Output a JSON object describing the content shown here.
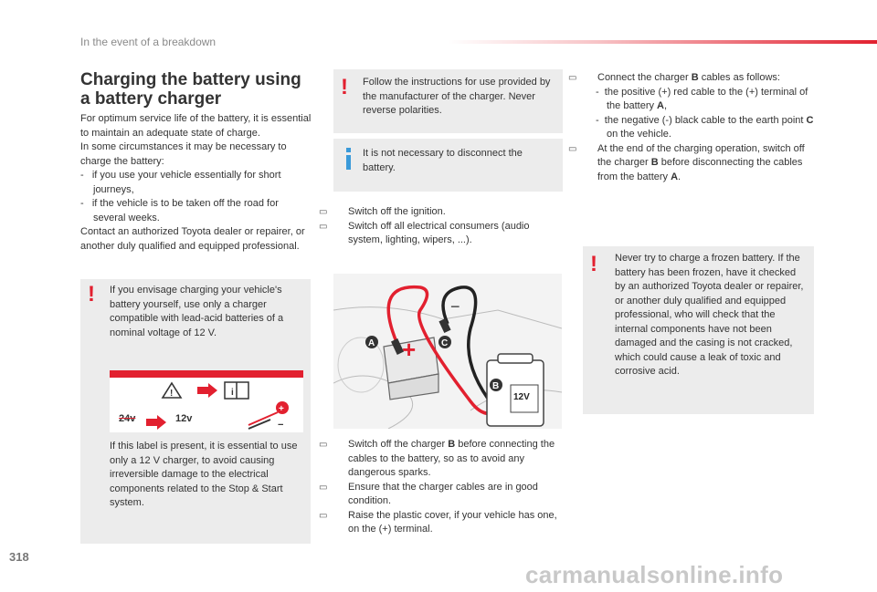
{
  "header": {
    "section": "In the event of a breakdown"
  },
  "page_number": "318",
  "watermark": "carmanualsonline.info",
  "title": "Charging the battery using a battery charger",
  "intro": {
    "p1": "For optimum service life of the battery, it is essential to maintain an adequate state of charge.",
    "p2": "In some circumstances it may be necessary to charge the battery:",
    "items": [
      "if you use your vehicle essentially for short journeys,",
      "if the vehicle is to be taken off the road for several weeks."
    ],
    "p3": "Contact an authorized Toyota dealer or repairer, or another duly qualified and equipped professional."
  },
  "left_warning": {
    "text": "If you envisage charging your vehicle's battery yourself, use only a charger compatible with lead-acid batteries of a nominal voltage of 12 V.",
    "label_volt_24": "24v",
    "label_volt_12": "12v",
    "label_note": "If this label is present, it is essential to use only a 12 V charger, to avoid causing irreversible damage to the electrical components related to the Stop & Start system."
  },
  "mid_warning": {
    "text": "Follow the instructions for use provided by the manufacturer of the charger. Never reverse polarities."
  },
  "mid_info": {
    "text": "It is not necessary to disconnect the battery."
  },
  "steps_top": [
    "Switch off the ignition.",
    "Switch off all electrical consumers (audio system, lighting, wipers, ...)."
  ],
  "diagram": {
    "label_a": "A",
    "label_b": "B",
    "label_c": "C",
    "charger_label": "12V"
  },
  "steps_bottom": {
    "s1_pre": "Switch off the charger ",
    "s1_bold": "B",
    "s1_post": " before connecting the cables to the battery, so as to avoid any dangerous sparks.",
    "s2": "Ensure that the charger cables are in good condition.",
    "s3": "Raise the plastic cover, if your vehicle has one, on the (+) terminal."
  },
  "steps_right": {
    "c1_pre": "Connect the charger ",
    "c1_bold": "B",
    "c1_post": " cables as follows:",
    "c1_sub1_pre": "the positive (+) red cable to the (+) terminal of the battery ",
    "c1_sub1_bold": "A",
    "c1_sub1_post": ",",
    "c1_sub2_pre": "the negative (-) black cable to the earth point ",
    "c1_sub2_bold": "C",
    "c1_sub2_post": " on the vehicle.",
    "c2_pre": "At the end of the charging operation, switch off the charger ",
    "c2_bold": "B",
    "c2_mid": " before disconnecting the cables from the battery ",
    "c2_bold2": "A",
    "c2_post": "."
  },
  "right_warning": {
    "text": "Never try to charge a frozen battery. If the battery has been frozen, have it checked by an authorized Toyota dealer or repairer, or another duly qualified and equipped professional, who will check that the internal components have not been damaged and the casing is not cracked, which could cause a leak of toxic and corrosive acid."
  },
  "colors": {
    "accent": "#e2202f",
    "info": "#3a9ad9",
    "box": "#ececec"
  }
}
